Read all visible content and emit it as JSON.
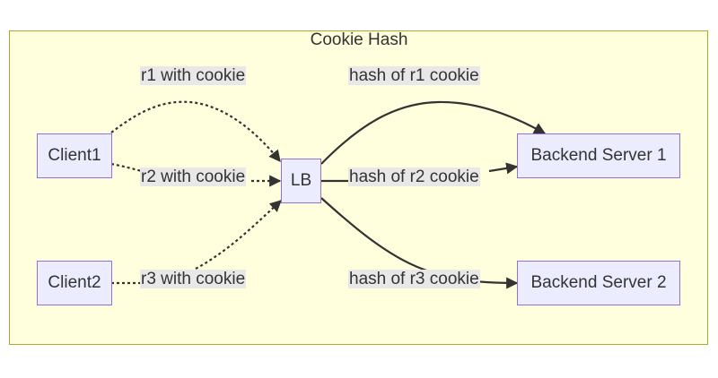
{
  "diagram": {
    "title": "Cookie Hash",
    "nodes": {
      "client1": "Client1",
      "client2": "Client2",
      "lb": "LB",
      "backend1": "Backend Server 1",
      "backend2": "Backend Server 2"
    },
    "edges": {
      "r1": "r1 with cookie",
      "r2": "r2 with cookie",
      "r3": "r3 with cookie",
      "h1": "hash of r1 cookie",
      "h2": "hash of r2 cookie",
      "h3": "hash of r3 cookie"
    },
    "colors": {
      "cluster_fill": "#ffffde",
      "cluster_stroke": "#aaaa33",
      "node_fill": "#ececff",
      "node_stroke": "#9370db",
      "edge": "#333333",
      "label_bg": "#e8e8e8"
    }
  }
}
